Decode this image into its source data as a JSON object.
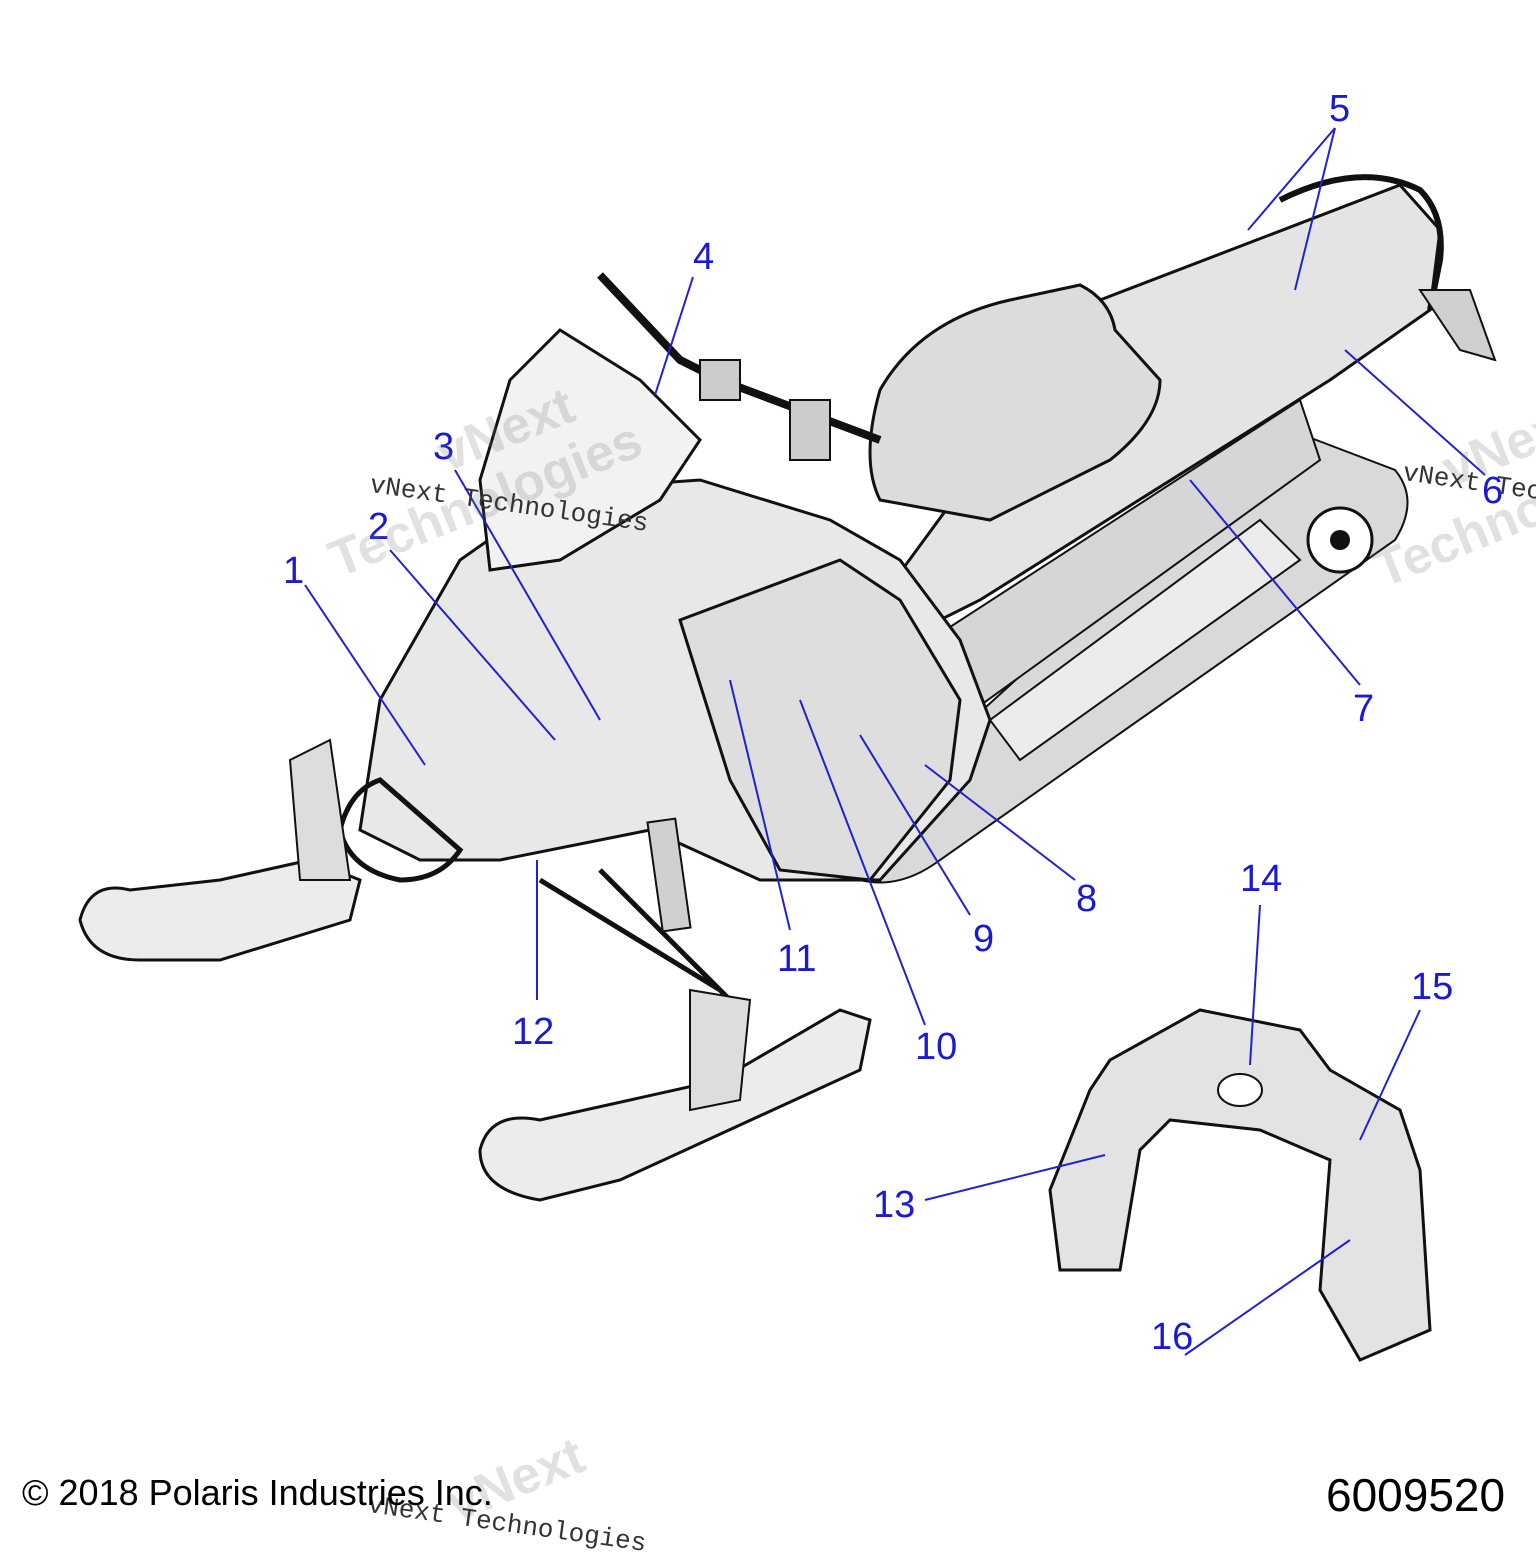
{
  "colors": {
    "callout": "#1a1ad0",
    "leader": "#2222cc",
    "body_fill": "#e6e6e6",
    "line": "#111111"
  },
  "callouts": [
    {
      "label": "1"
    },
    {
      "label": "2"
    },
    {
      "label": "3"
    },
    {
      "label": "4"
    },
    {
      "label": "5"
    },
    {
      "label": "6"
    },
    {
      "label": "7"
    },
    {
      "label": "8"
    },
    {
      "label": "9"
    },
    {
      "label": "10"
    },
    {
      "label": "11"
    },
    {
      "label": "12"
    },
    {
      "label": "13"
    },
    {
      "label": "14"
    },
    {
      "label": "15"
    },
    {
      "label": "16"
    }
  ],
  "footer": {
    "copyright": "© 2018 Polaris Industries Inc.",
    "figure_number": "6009520"
  },
  "watermark": {
    "line1": "vNext",
    "line2": "Technologies",
    "mono": "vNext Technologies"
  }
}
